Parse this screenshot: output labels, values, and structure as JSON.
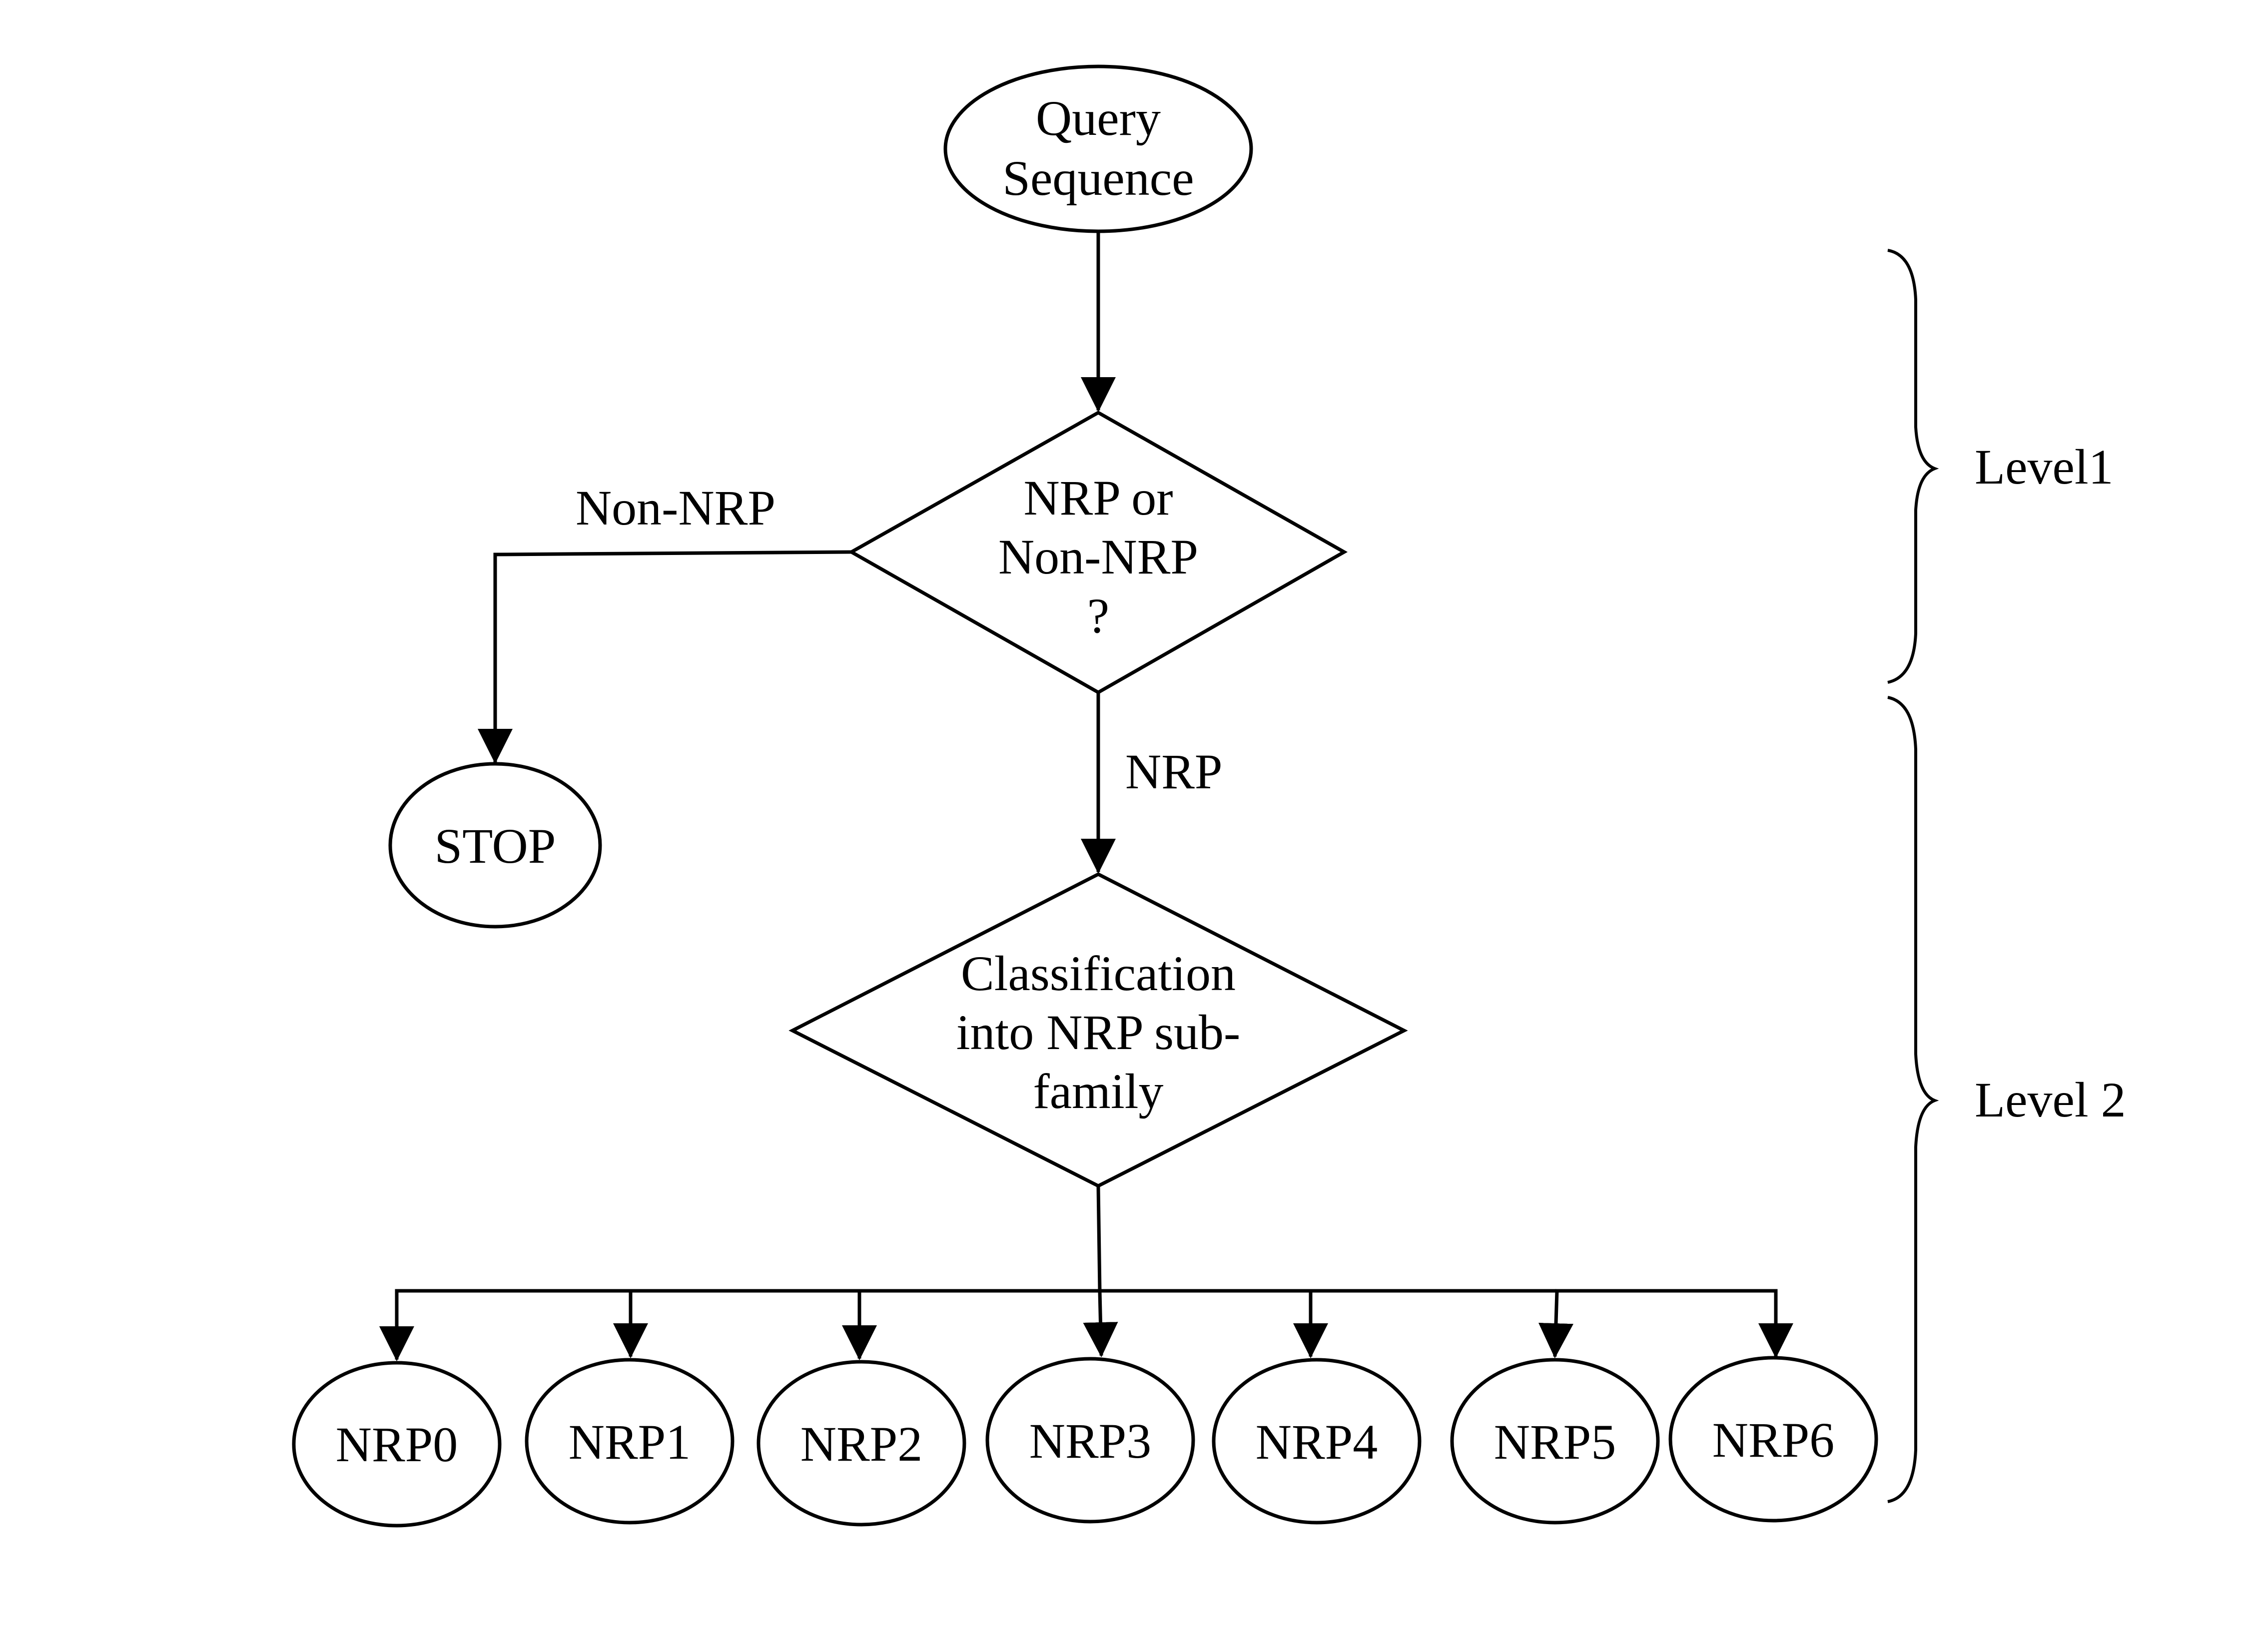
{
  "nodes": {
    "start": {
      "lines": [
        "Query",
        "Sequence"
      ]
    },
    "decision1": {
      "lines": [
        "NRP or",
        "Non-NRP",
        "?"
      ]
    },
    "stop": {
      "label": "STOP"
    },
    "decision2": {
      "lines": [
        "Classification",
        "into NRP sub-",
        "family"
      ]
    },
    "subfamilies": [
      "NRP0",
      "NRP1",
      "NRP2",
      "NRP3",
      "NRP4",
      "NRP5",
      "NRP6"
    ]
  },
  "edges": {
    "non_nrp_label": "Non-NRP",
    "nrp_label": "NRP"
  },
  "levels": {
    "level1": "Level1",
    "level2": "Level 2"
  }
}
